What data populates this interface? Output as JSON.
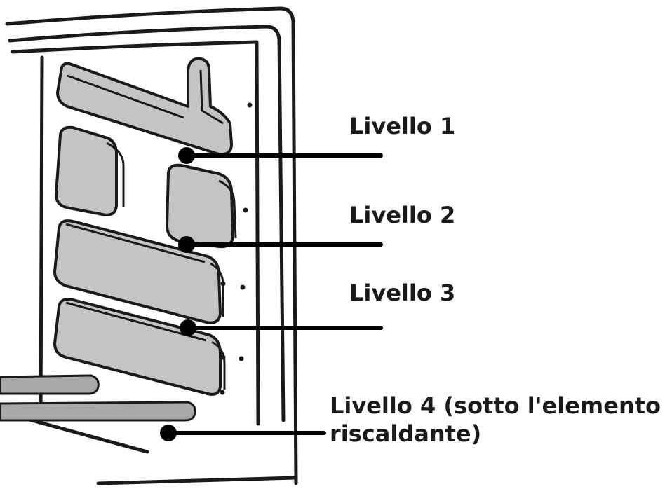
{
  "labels": {
    "level_1": "Livello 1",
    "level_2": "Livello 2",
    "level_3": "Livello 3",
    "level_4": "Livello 4 (sotto l'elemento riscaldante)"
  },
  "colors": {
    "outline": "#1a1a1a",
    "panel_fill": "#c4c4c4",
    "panel_highlight": "#e6e6e6",
    "rod_fill": "#a8a8a8",
    "leader": "#000000"
  },
  "icons": {
    "leader_dot": "filled-circle"
  }
}
